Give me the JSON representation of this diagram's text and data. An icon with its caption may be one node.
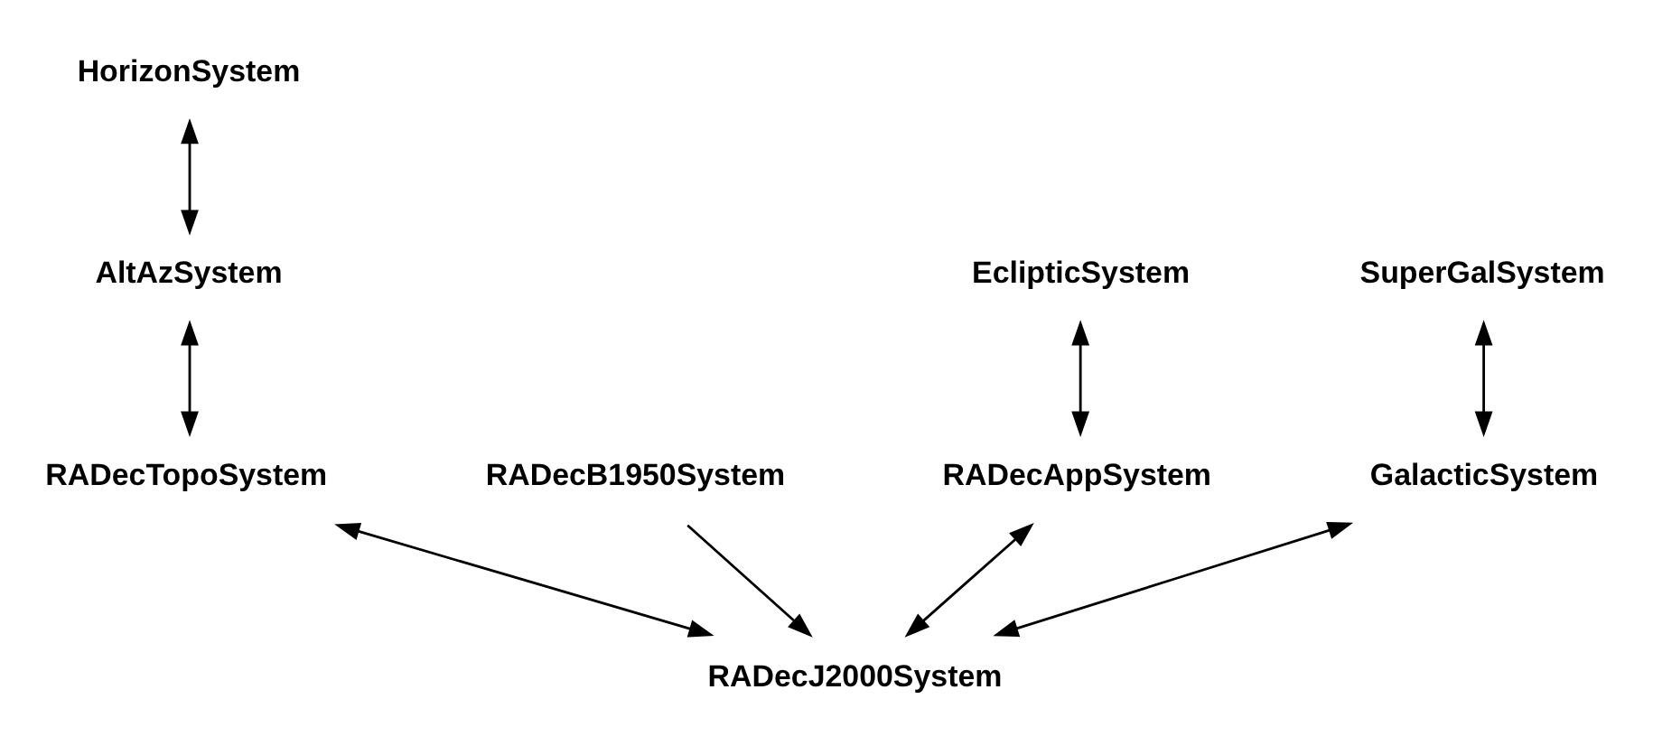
{
  "diagram": {
    "nodes": [
      {
        "text": [
          "HorizonSystem"
        ]
      },
      {
        "text": [
          "AltAzSystem"
        ]
      },
      {
        "text": [
          "EclipticSystem"
        ]
      },
      {
        "text": [
          "SuperGalSystem"
        ]
      },
      {
        "text": [
          "RADecB1950System"
        ]
      },
      {
        "text": [
          "RADecTopoSystem"
        ]
      },
      {
        "text": [
          "RADecAppSystem"
        ]
      },
      {
        "text": [
          "GalacticSystem"
        ]
      },
      {
        "text": [
          "RADecJ2000System"
        ]
      }
    ],
    "edges": [
      {
        "from": 0,
        "to": 1,
        "arrow": "both"
      },
      {
        "from": 1,
        "to": 5,
        "arrow": "both"
      },
      {
        "from": 2,
        "to": 6,
        "arrow": "both"
      },
      {
        "from": 3,
        "to": 7,
        "arrow": "both"
      },
      {
        "from": 4,
        "to": 8,
        "arrow": "to"
      },
      {
        "from": 5,
        "to": 8,
        "arrow": "both"
      },
      {
        "from": 6,
        "to": 8,
        "arrow": "both"
      },
      {
        "from": 7,
        "to": 8,
        "arrow": "both"
      }
    ]
  }
}
